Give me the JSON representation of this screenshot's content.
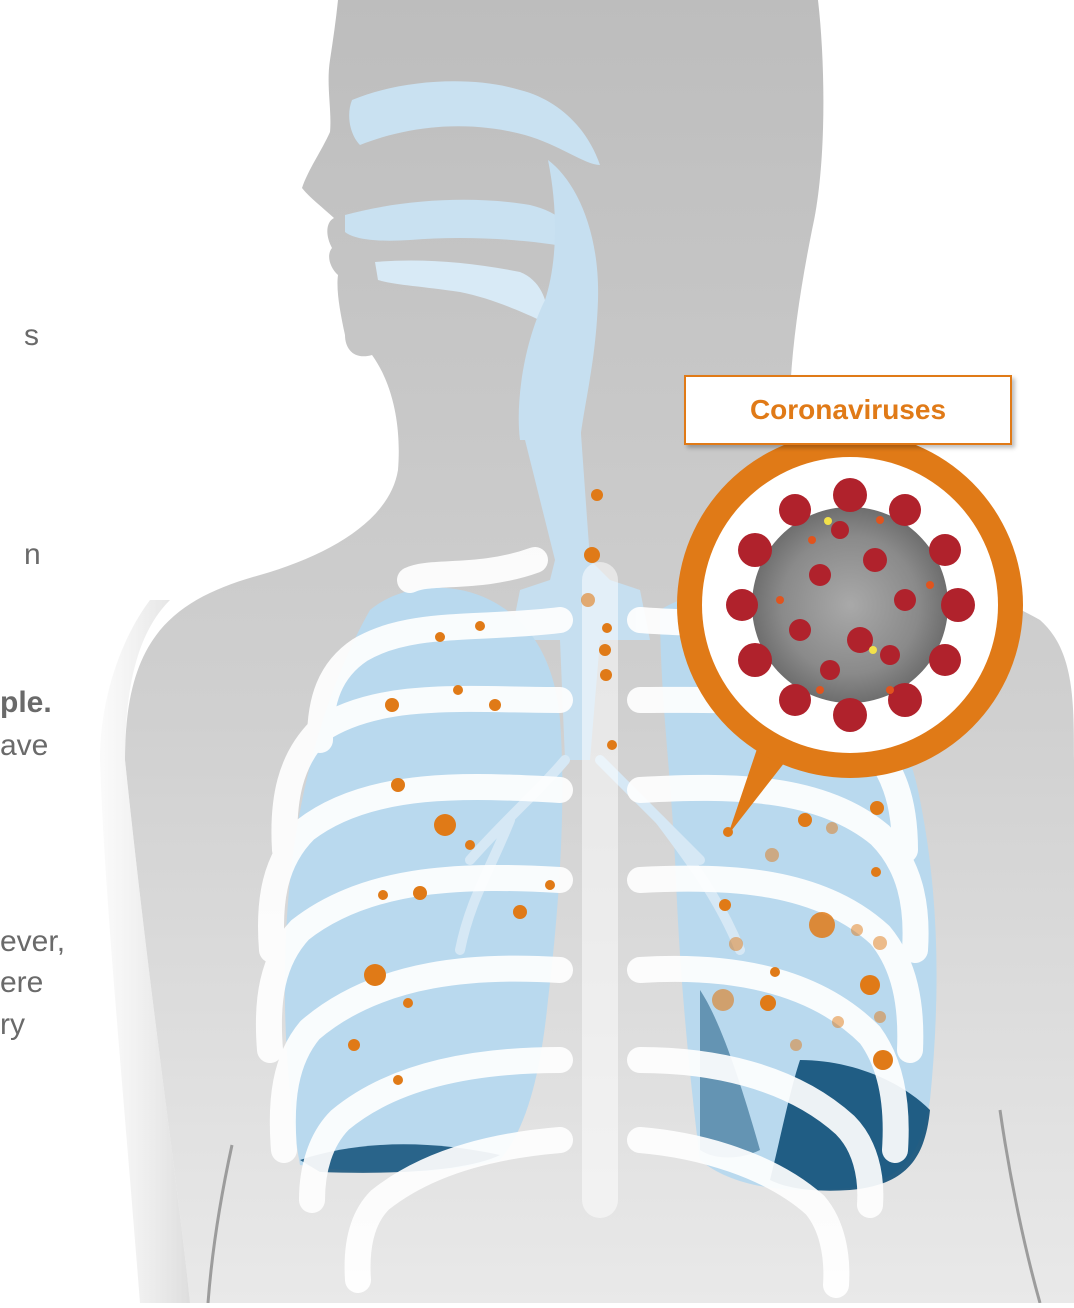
{
  "callout": {
    "label": "Coronaviruses",
    "accent_color": "#e07a17"
  },
  "cropped_text": {
    "fragments": [
      "s",
      "n",
      "ple.",
      "ave",
      "ever,",
      "ere",
      "ry"
    ]
  },
  "colors": {
    "body_silhouette": "#bdbdbd",
    "airway_and_lungs": "#b9d9ee",
    "ribs": "#ffffff",
    "lung_shadow": "#0f4f78",
    "virus_particles": "#e07a17",
    "virion_spikes": "#b0222c",
    "virion_core": "#8f8f8f"
  },
  "icons": {
    "callout": "coronavirus-virion-icon"
  }
}
